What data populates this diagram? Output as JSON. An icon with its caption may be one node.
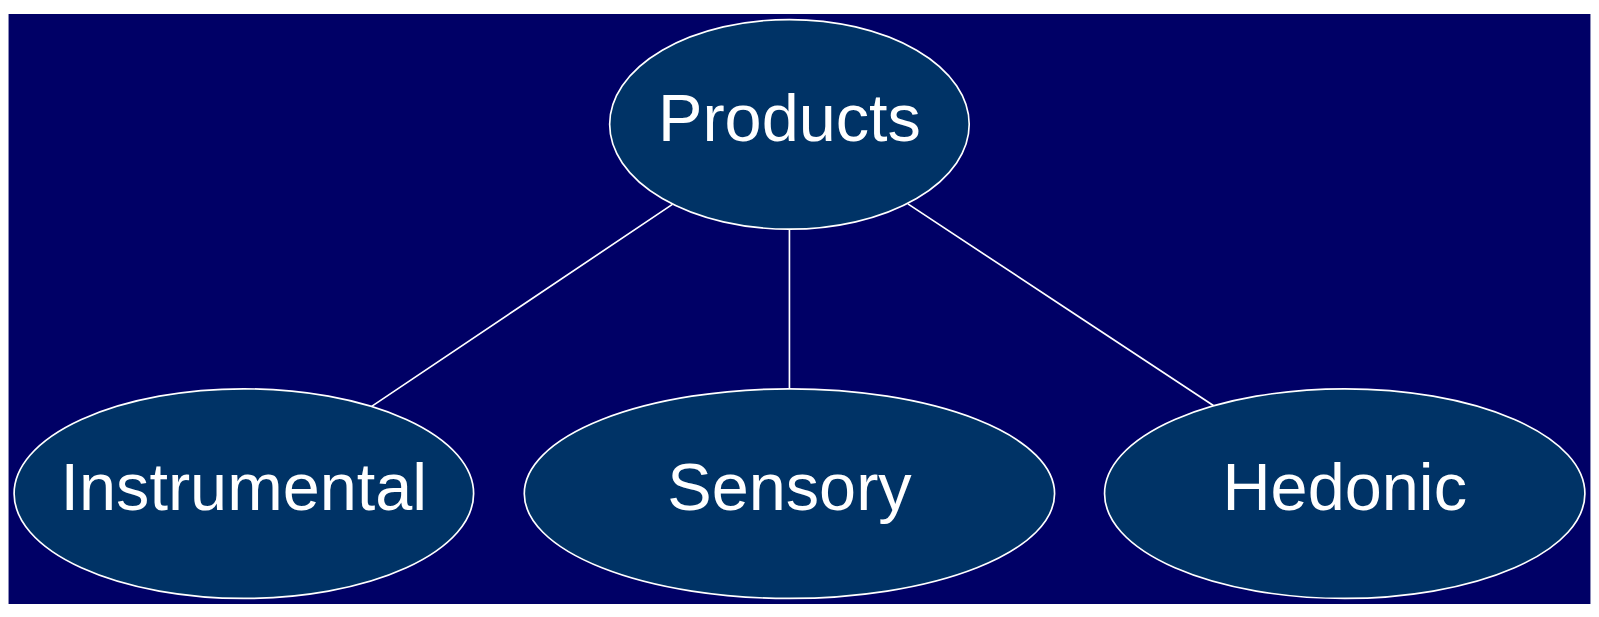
{
  "diagram": {
    "nodes": [
      {
        "text": [
          "Products"
        ]
      },
      {
        "text": [
          "Instrumental"
        ]
      },
      {
        "text": [
          "Sensory"
        ]
      },
      {
        "text": [
          "Hedonic"
        ]
      }
    ],
    "edges": [
      {
        "from": 0,
        "to": 1,
        "arrow": "none"
      },
      {
        "from": 0,
        "to": 2,
        "arrow": "none"
      },
      {
        "from": 0,
        "to": 3,
        "arrow": "none"
      }
    ]
  }
}
